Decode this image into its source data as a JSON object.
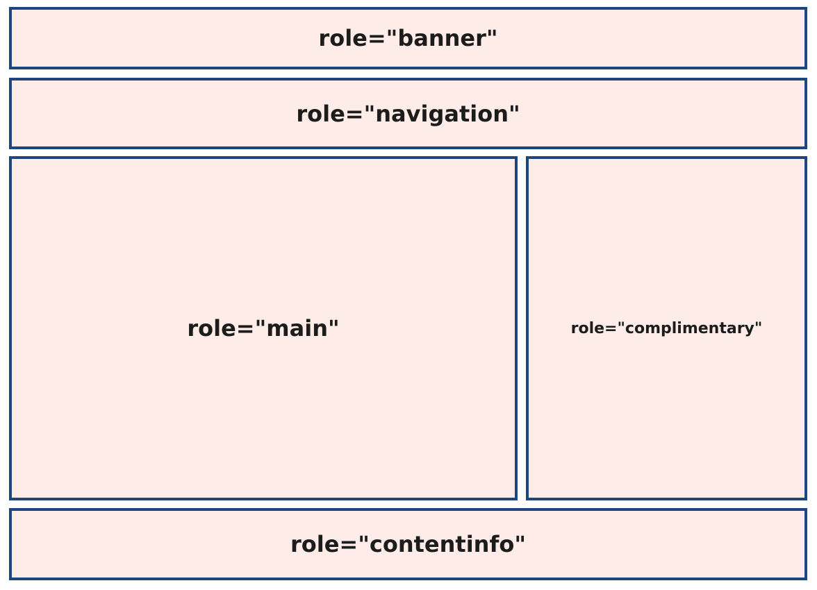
{
  "regions": {
    "banner": "role=\"banner\"",
    "navigation": "role=\"navigation\"",
    "main": "role=\"main\"",
    "complementary": "role=\"complimentary\"",
    "contentinfo": "role=\"contentinfo\""
  },
  "colors": {
    "border": "#1f4580",
    "fill": "#fdece8",
    "text": "#1c1c1c"
  }
}
